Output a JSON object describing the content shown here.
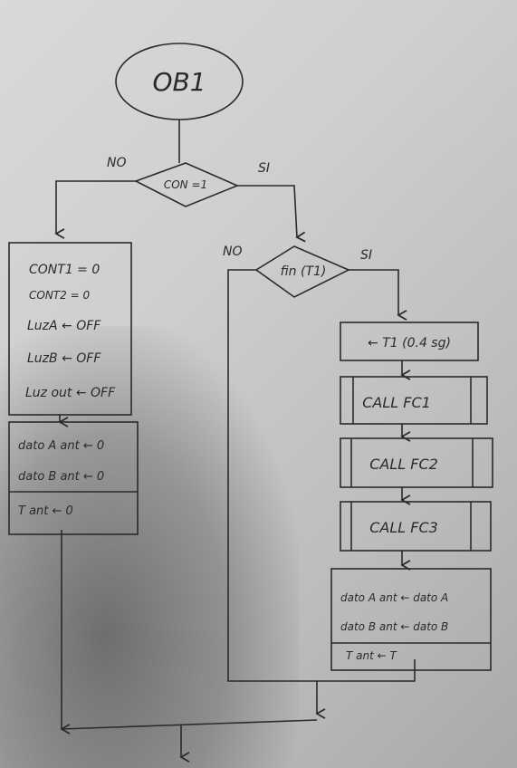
{
  "start": {
    "label": "OB1"
  },
  "decision1": {
    "condition": "CON =1",
    "no": "NO",
    "yes": "SI"
  },
  "decision2": {
    "condition": "fin (T1)",
    "no": "NO",
    "yes": "SI"
  },
  "init_box": {
    "lines": [
      "CONT1 = 0",
      "CONT2 = 0",
      "LuzA ← OFF",
      "LuzB ← OFF",
      "Luz out ← OFF"
    ]
  },
  "reset_box": {
    "lines": [
      "dato A ant ← 0",
      "dato B ant ← 0"
    ],
    "footer": "T ant ← 0"
  },
  "timer_box": {
    "label": "← T1 (0.4 sg)"
  },
  "calls": [
    "CALL FC1",
    "CALL FC2",
    "CALL FC3"
  ],
  "update_box": {
    "lines": [
      "dato A ant ← dato A",
      "dato B ant ← dato B"
    ],
    "footer": "T ant ← T"
  }
}
